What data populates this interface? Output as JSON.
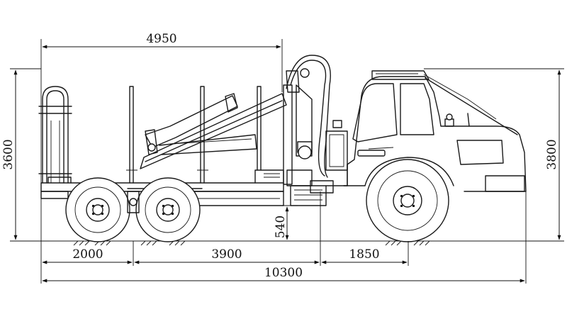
{
  "diagram": {
    "dimensions": {
      "boom_reach": "4950",
      "height_left": "3600",
      "height_right": "3800",
      "ground_clearance": "540",
      "rear_overhang": "2000",
      "wheelbase": "3900",
      "front_section": "1850",
      "overall_length": "10300"
    }
  }
}
